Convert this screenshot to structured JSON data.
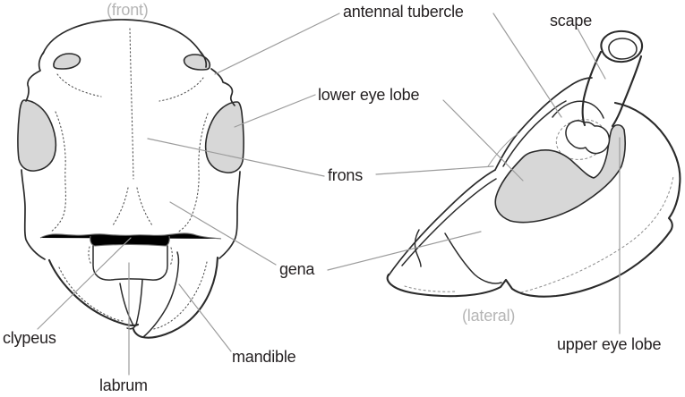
{
  "diagram": {
    "views": {
      "front": {
        "caption": "(front)"
      },
      "lateral": {
        "caption": "(lateral)"
      }
    },
    "labels": {
      "antennal_tubercle": "antennal tubercle",
      "scape": "scape",
      "lower_eye_lobe": "lower eye lobe",
      "frons": "frons",
      "gena": "gena",
      "clypeus": "clypeus",
      "labrum": "labrum",
      "mandible": "mandible",
      "upper_eye_lobe": "upper eye lobe"
    },
    "colors": {
      "background": "#ffffff",
      "outline_ink": "#2b2b2b",
      "shading_fill": "#d7d7d7",
      "leader_line": "#9c9c9c",
      "label_text": "#231f20",
      "caption_text": "#b5b5b5"
    }
  }
}
